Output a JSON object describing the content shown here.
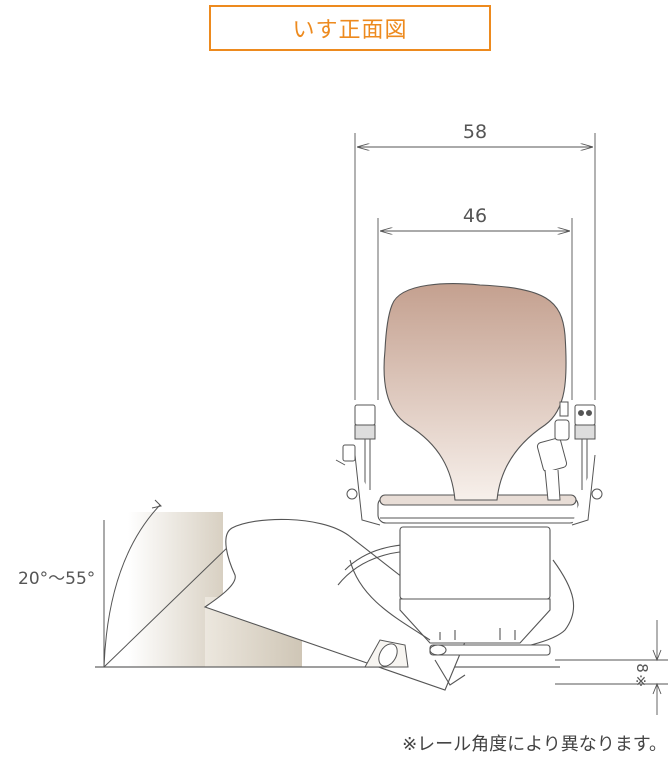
{
  "title": "いす正面図",
  "dimensions": {
    "outer_width": "58",
    "inner_width": "46",
    "angle_range": "20°～55°",
    "step_height": "8",
    "step_height_note_mark": "※"
  },
  "footnote": "※レール角度により異なります。",
  "colors": {
    "accent": "#ed8a1e",
    "line": "#555555",
    "backrest_top": "#c8a595",
    "backrest_bottom": "#f5ede8"
  }
}
